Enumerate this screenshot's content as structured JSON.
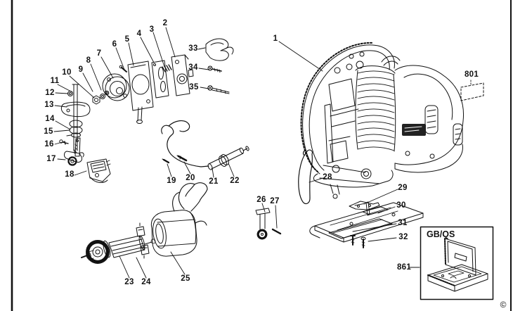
{
  "colors": {
    "ink": "#111111",
    "paper": "#ffffff",
    "logo_patch": "#222222"
  },
  "diagram": {
    "type": "exploded-parts-diagram",
    "subject": "jigsaw power tool",
    "callouts": {
      "c1": "1",
      "c2": "2",
      "c3": "3",
      "c4": "4",
      "c5": "5",
      "c6": "6",
      "c7": "7",
      "c8": "8",
      "c9": "9",
      "c10": "10",
      "c11": "11",
      "c12": "12",
      "c13": "13",
      "c14": "14",
      "c15": "15",
      "c16": "16",
      "c17": "17",
      "c18": "18",
      "c19": "19",
      "c20": "20",
      "c21": "21",
      "c22": "22",
      "c23": "23",
      "c24": "24",
      "c25": "25",
      "c26": "26",
      "c27": "27",
      "c28": "28",
      "c29": "29",
      "c30": "30",
      "c31": "31",
      "c32": "32",
      "c33": "33",
      "c34": "34",
      "c35": "35"
    },
    "nameplate_label": "801",
    "kitbox_label": "861",
    "kitbox_variant": "GB/QS",
    "copyright": "©"
  }
}
